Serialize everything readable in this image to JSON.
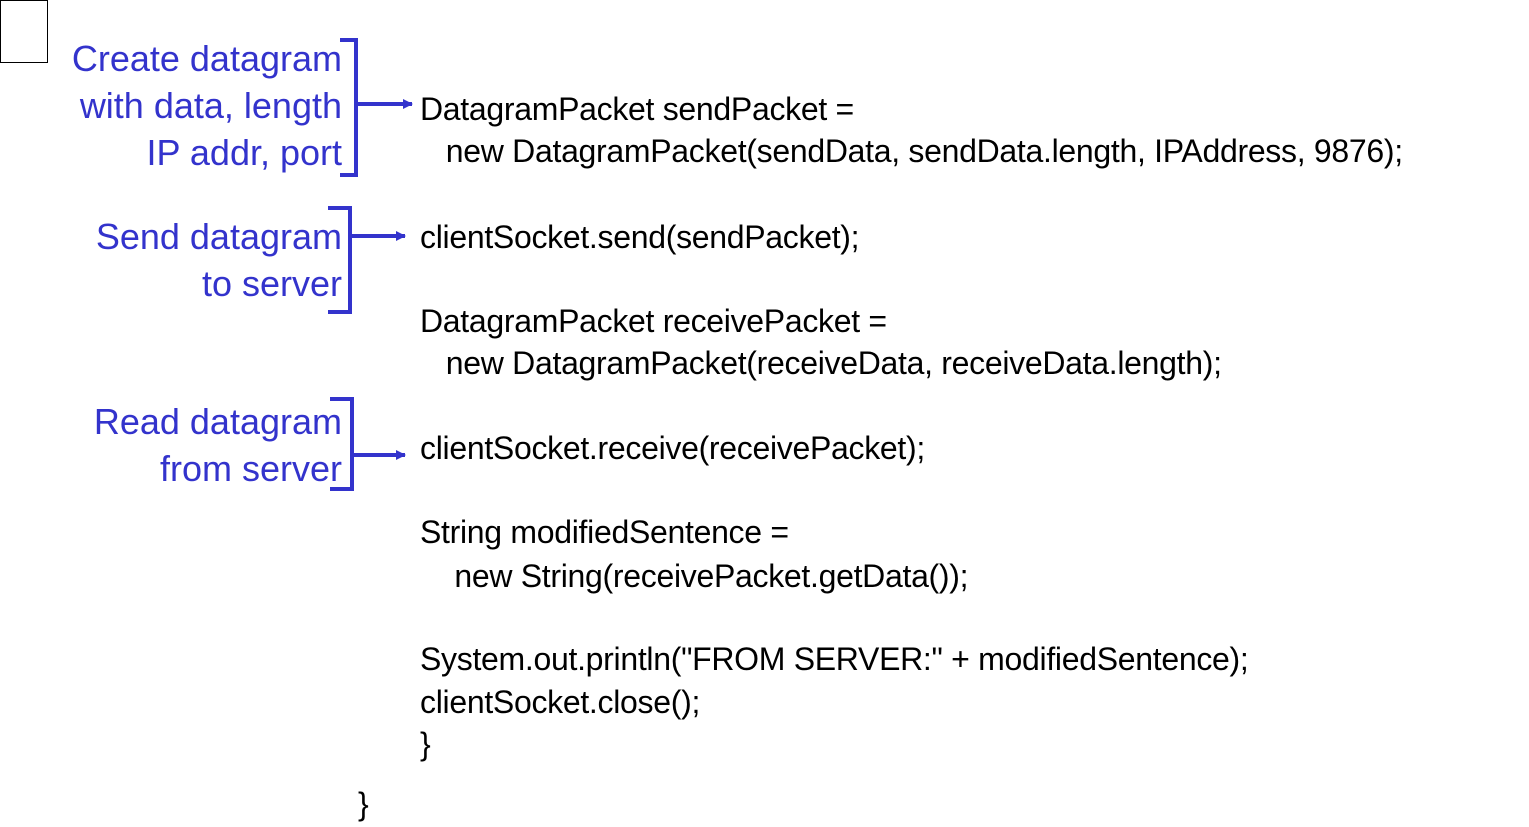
{
  "annotations": [
    {
      "lines": [
        "Create datagram",
        "with data, length",
        "IP addr, port"
      ]
    },
    {
      "lines": [
        "Send datagram",
        "to server"
      ]
    },
    {
      "lines": [
        "Read datagram",
        "from server"
      ]
    }
  ],
  "code": {
    "lines": [
      "DatagramPacket sendPacket =",
      "   new DatagramPacket(sendData, sendData.length, IPAddress, 9876);",
      "clientSocket.send(sendPacket);",
      "DatagramPacket receivePacket =",
      "   new DatagramPacket(receiveData, receiveData.length);",
      "clientSocket.receive(receivePacket);",
      "String modifiedSentence =",
      "    new String(receivePacket.getData());",
      "System.out.println(\"FROM SERVER:\" + modifiedSentence);",
      "clientSocket.close();",
      "}"
    ],
    "outer_brace": "}"
  },
  "colors": {
    "annotation": "#3333cc",
    "code": "#000000"
  }
}
